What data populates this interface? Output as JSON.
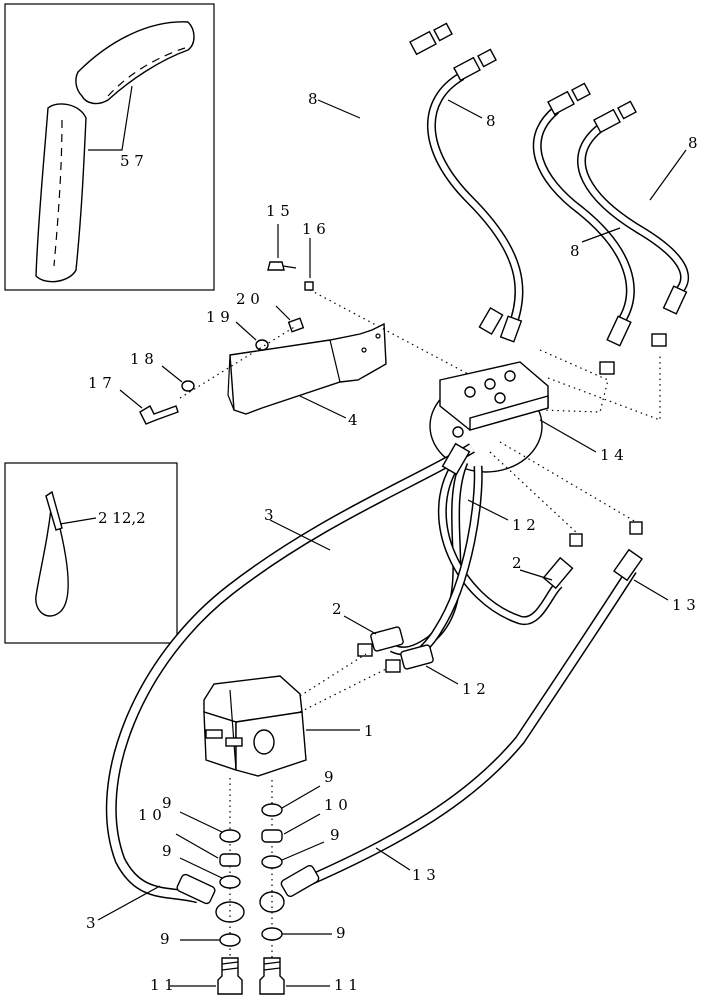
{
  "labels": {
    "l57": "5 7",
    "l8a": "8",
    "l8b": "8",
    "l8c": "8",
    "l8d": "8",
    "l15": "1 5",
    "l16": "1 6",
    "l20": "2 0",
    "l19": "1 9",
    "l18": "1 8",
    "l17": "1 7",
    "l4": "4",
    "l14": "1 4",
    "l3a": "3",
    "l12a": "1 2",
    "l2a": "2",
    "l13a": "1 3",
    "l2b": "2",
    "l12b": "1 2",
    "l1": "1",
    "l9a": "9",
    "l10a": "1 0",
    "l9b": "9",
    "l10b": "1 0",
    "l9c": "9",
    "l9d": "9",
    "l13b": "1 3",
    "l3b": "3",
    "l9e": "9",
    "l9f": "9",
    "l11a": "1 1",
    "l11b": "1 1",
    "l212": "2 12,2"
  }
}
